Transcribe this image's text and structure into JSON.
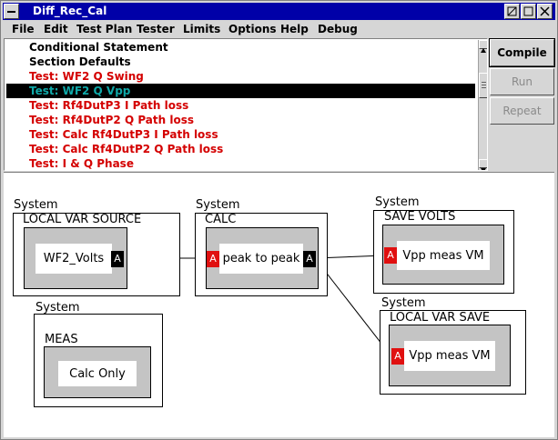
{
  "window": {
    "title": "Diff_Rec_Cal"
  },
  "menu": [
    "File",
    "Edit",
    "Test Plan",
    "Tester",
    "Limits",
    "Options",
    "Help",
    "Debug"
  ],
  "list": {
    "items": [
      {
        "label": "Conditional Statement",
        "style": "black"
      },
      {
        "label": "Section Defaults",
        "style": "black"
      },
      {
        "label": "Test: WF2 Q Swing",
        "style": "red"
      },
      {
        "label": "Test: WF2 Q Vpp",
        "style": "selected"
      },
      {
        "label": "Test: Rf4DutP3 I Path loss",
        "style": "red"
      },
      {
        "label": "Test: Rf4DutP2 Q Path loss",
        "style": "red"
      },
      {
        "label": "Test: Calc Rf4DutP3 I Path loss",
        "style": "red"
      },
      {
        "label": "Test: Calc Rf4DutP2 Q Path loss",
        "style": "red"
      },
      {
        "label": "Test: I & Q Phase",
        "style": "red"
      }
    ]
  },
  "buttons": {
    "compile": "Compile",
    "run": "Run",
    "repeat": "Repeat"
  },
  "diagram": {
    "local_var_source": {
      "system": "System",
      "title": "LOCAL VAR SOURCE",
      "node": "WF2_Volts",
      "port": "A"
    },
    "calc": {
      "system": "System",
      "title": "CALC",
      "node": "peak to peak",
      "port_in": "A",
      "port_out": "A"
    },
    "save_volts": {
      "system": "System",
      "title": "SAVE VOLTS",
      "node": "Vpp meas VM",
      "port": "A"
    },
    "meas": {
      "system": "System",
      "title": "MEAS",
      "node": "Calc Only"
    },
    "local_var_save": {
      "system": "System",
      "title": "LOCAL VAR SAVE",
      "node": "Vpp meas VM",
      "port": "A"
    }
  },
  "colors": {
    "titlebar": "#0000a8",
    "error_text": "#d40000",
    "selected_text": "#0fa8a8",
    "input_port": "#e01010"
  }
}
